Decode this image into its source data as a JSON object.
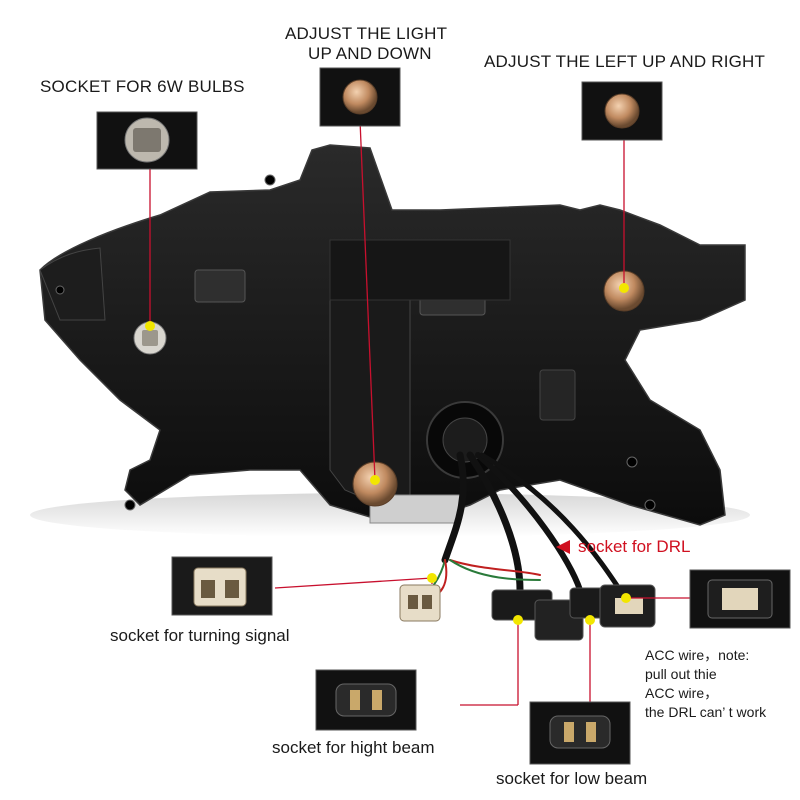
{
  "callouts": {
    "socket_6w": "SOCKET FOR 6W BULBS",
    "adjust_up_down_line1": "ADJUST THE LIGHT",
    "adjust_up_down_line2": "UP AND DOWN",
    "adjust_left_right": "ADJUST THE LEFT UP AND RIGHT",
    "socket_drl": "socket for DRL",
    "socket_turning": "socket for turning signal",
    "socket_high": "socket for hight beam",
    "socket_low": "socket for low beam",
    "acc_note": "ACC wire，note:\npull out thie\nACC wire，\nthe DRL can’ t work"
  },
  "colors": {
    "housing": "#141414",
    "leader_line": "#c8102e",
    "marker": "#f2e600",
    "drl_text": "#d01020"
  },
  "icons": {
    "drl_pointer": "left-triangle-icon"
  }
}
